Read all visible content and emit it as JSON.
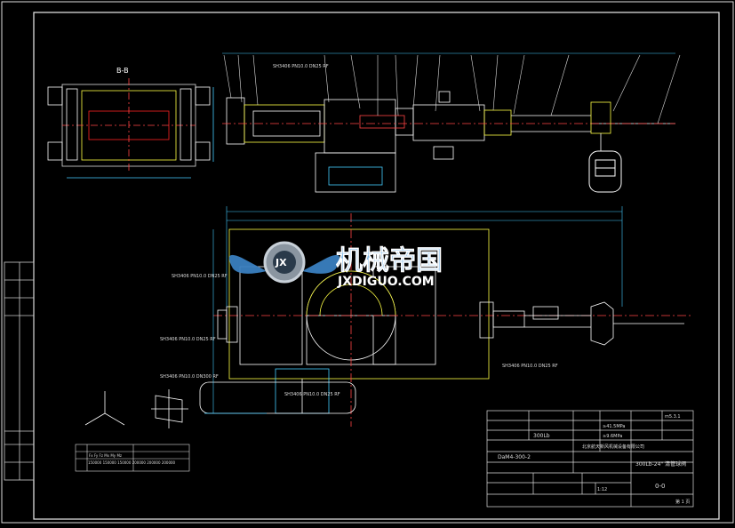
{
  "view_label": "B-B",
  "page_label": "第 1 页",
  "watermark": {
    "cn": "机械帝国",
    "en": "JXDIGUO.COM",
    "logo_letters": "JX"
  },
  "pipe_specs": [
    "SH3406 PN10.0 DN25 RF",
    "SH3406 PN10.0 DN25 RF",
    "SH3406 PN10.0 DN300 RF",
    "SH3406 PN10.0 DN25 RF",
    "SH3406 PN10.0 DN25 RF",
    "SH3406 PN10.0 DN25 RF"
  ],
  "title_block": {
    "valve_model": "DaM4-300-2",
    "spec": "300Lb-24\" 清管球阀",
    "rating": "300Lb",
    "test_pressure_1": "≥41.5MPa",
    "test_pressure_2": "≥9.6MPa",
    "scale": "1:12",
    "drawing_no": "0-0",
    "revision": "m5.3.1",
    "company": "北京航天新风机械设备有限公司"
  },
  "force_table": {
    "headers": [
      "Fx",
      "Fy",
      "Fz",
      "Mx",
      "My",
      "Mz"
    ],
    "values": [
      "150000",
      "150000",
      "150000",
      "200000",
      "200000",
      "200000"
    ]
  }
}
